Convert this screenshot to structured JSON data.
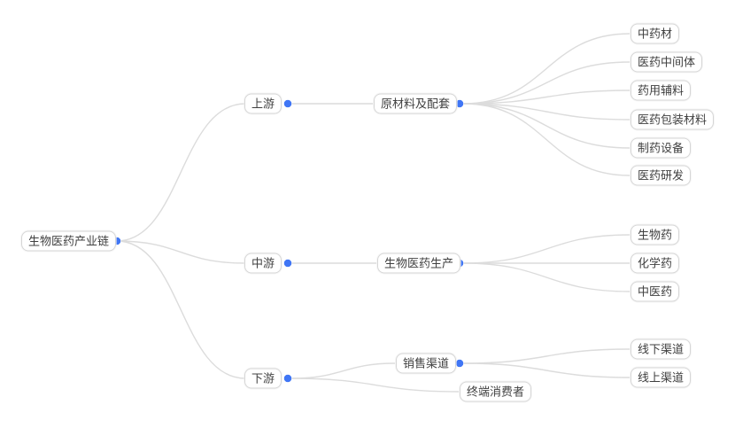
{
  "diagram_type": "mindmap",
  "colors": {
    "background": "#ffffff",
    "edge": "#dcdcdc",
    "node_border": "#d6d6d6",
    "node_text": "#404040",
    "collapse_dot": "#4076f5"
  },
  "tree": {
    "root": {
      "label": "生物医药产业链"
    },
    "branches": [
      {
        "label": "上游",
        "children": [
          {
            "label": "原材料及配套",
            "children": [
              {
                "label": "中药材"
              },
              {
                "label": "医药中间体"
              },
              {
                "label": "药用辅料"
              },
              {
                "label": "医药包装材料"
              },
              {
                "label": "制药设备"
              },
              {
                "label": "医药研发"
              }
            ]
          }
        ]
      },
      {
        "label": "中游",
        "children": [
          {
            "label": "生物医药生产",
            "children": [
              {
                "label": "生物药"
              },
              {
                "label": "化学药"
              },
              {
                "label": "中医药"
              }
            ]
          }
        ]
      },
      {
        "label": "下游",
        "children": [
          {
            "label": "销售渠道",
            "children": [
              {
                "label": "线下渠道"
              },
              {
                "label": "线上渠道"
              }
            ]
          },
          {
            "label": "终端消费者"
          }
        ]
      }
    ]
  }
}
